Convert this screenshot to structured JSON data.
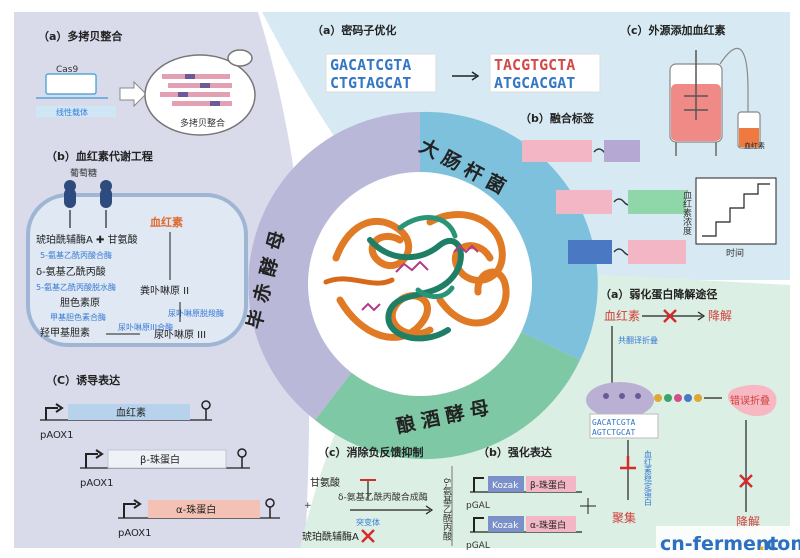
{
  "colors": {
    "pichia_bg": "#d9dbeb",
    "ecoli_bg": "#d7eaf3",
    "yeast_bg": "#dcefe4",
    "ring_pichia": "#b9b8d9",
    "ring_ecoli": "#7dc1dd",
    "ring_yeast": "#7fc8a5",
    "heme_text": "#e06a2e",
    "pink_box": "#f2b6c5",
    "green_box": "#8fd6a8",
    "blue_box": "#4a78c2",
    "kozak_box": "#7b8fc8",
    "red_mark": "#d62b2b"
  },
  "center": {
    "pichia": "毕赤酵母",
    "ecoli": "大肠杆菌",
    "yeast": "酿酒酵母"
  },
  "pichia": {
    "a": {
      "title": "（a）多拷贝整合",
      "cas9": "Cas9",
      "linear_vector": "线性载体",
      "multi_copy": "多拷贝整合"
    },
    "b": {
      "title": "（b）血红素代谢工程",
      "glucose": "葡萄糖",
      "succinyl_gly": "琥珀酰辅酶A ✚ 甘氨酸",
      "enzyme1": "5-氨基乙酰丙酸合酶",
      "ala": "δ-氨基乙酰丙酸",
      "enzyme2": "5-氨基乙酰丙酸脱水酶",
      "pbg": "胆色素原",
      "enzyme3": "甲基胆色素合酶",
      "hmb": "羟甲基胆素",
      "enzyme4": "尿卟啉原III合酶",
      "uro": "尿卟啉原 III",
      "enzyme5": "尿卟啉原脱羧酶",
      "copro": "粪卟啉原 II",
      "heme": "血红素"
    },
    "c": {
      "title": "（C）诱导表达",
      "gene1": "血红素",
      "gene2": "β-珠蛋白",
      "gene3": "α-珠蛋白",
      "promoter": "pAOX1"
    }
  },
  "ecoli": {
    "a": {
      "title": "（a）密码子优化",
      "dna_top_left": "GACATCGTA",
      "dna_bottom_left": "CTGTAGCAT",
      "dna_top_right": "TACGTGCTA",
      "dna_bottom_right": "ATGCACGAT"
    },
    "b": {
      "title": "（b）融合标签",
      "ylabel": "血红素浓度",
      "xlabel": "时间"
    },
    "c": {
      "title": "（c）外源添加血红素",
      "heme_label": "血红素"
    }
  },
  "yeast": {
    "a": {
      "title": "（a）弱化蛋白降解途径",
      "heme": "血红素",
      "degrade": "降解",
      "cotrans": "共翻译折叠",
      "misfold": "错误折叠",
      "stable": "血红素稳定蛋白",
      "aggregate": "聚集",
      "degrade2": "降解",
      "dna_top": "GACATCGTA",
      "dna_bottom": "AGTCTGCAT"
    },
    "b": {
      "title": "（b）强化表达",
      "kozak": "Kozak",
      "gene1": "β-珠蛋白",
      "gene2": "α-珠蛋白",
      "promoter": "pGAL"
    },
    "c": {
      "title": "（c）消除负反馈抑制",
      "gly": "甘氨酸",
      "enzyme": "δ-氨基乙酰丙酸合成酶",
      "mutant": "突变体",
      "succinyl": "琥珀酰辅酶A",
      "product": "δ-氨基乙酰丙酸"
    }
  },
  "watermark": {
    "main": "cn-ferment",
    "dot": ".",
    "tld": "com"
  }
}
